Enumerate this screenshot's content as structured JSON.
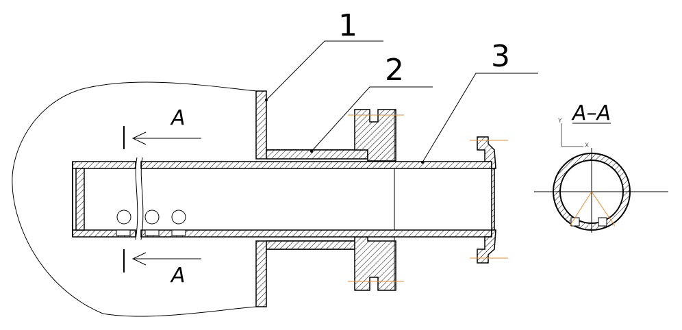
{
  "labels": {
    "part1": "1",
    "part2": "2",
    "part3": "3",
    "section_top": "A",
    "section_bottom": "A",
    "section_view_title": "A–A",
    "axis_y": "Y",
    "axis_x": "X"
  },
  "colors": {
    "line": "#000000",
    "centerline": "#f08c28",
    "axis_icon": "#555555"
  }
}
